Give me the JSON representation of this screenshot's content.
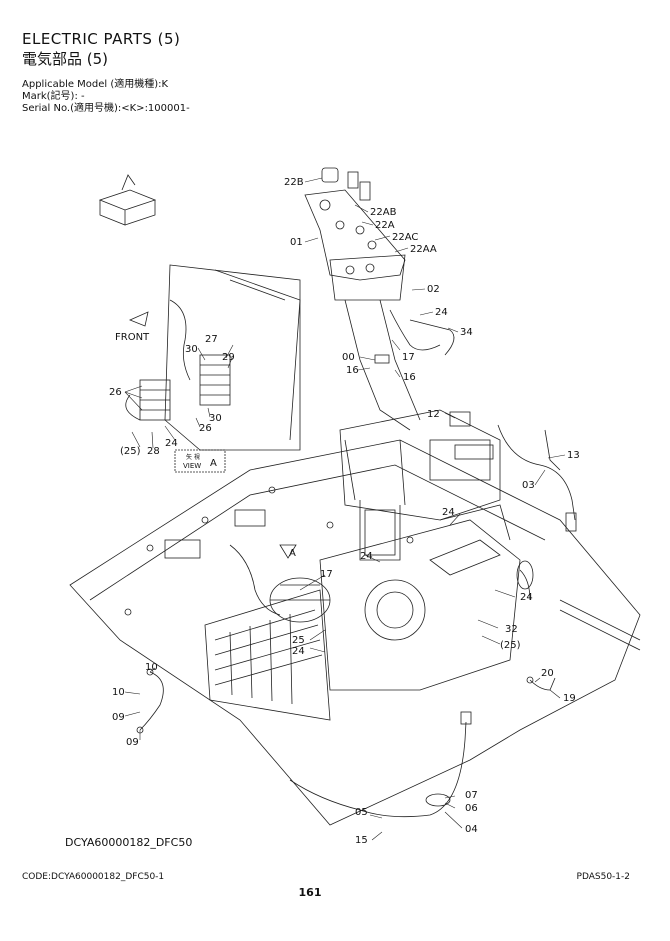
{
  "header": {
    "title_en": "ELECTRIC PARTS (5)",
    "title_jp": "電気部品 (5)",
    "model_line": "Applicable Model (適用機種):K",
    "mark_line": "Mark(記号): -",
    "serial_line": "Serial No.(適用号機):<K>:100001-"
  },
  "diagram": {
    "front_label": "FRONT",
    "view_jp": "矢 視",
    "view_label": "VIEW",
    "view_letter": "A",
    "marker_letter": "A",
    "callouts": {
      "c22B": "22B",
      "c22AB": "22AB",
      "c22A": "22A",
      "c22AC": "22AC",
      "c22AA": "22AA",
      "c01": "01",
      "c02": "02",
      "c24a": "24",
      "c34": "34",
      "c00": "00",
      "c17a": "17",
      "c16a": "16",
      "c16b": "16",
      "c12": "12",
      "c13": "13",
      "c03": "03",
      "c30a": "30",
      "c27": "27",
      "c29": "29",
      "c26a": "26",
      "c30b": "30",
      "c26b": "26",
      "c24b": "24",
      "c25a": "(25)",
      "c28": "28",
      "c24c": "24",
      "c24d": "24",
      "c17b": "17",
      "c24e": "24",
      "c25b": "25",
      "c24f": "24",
      "c32": "32",
      "c25c": "(25)",
      "c10a": "10",
      "c10b": "10",
      "c09a": "09",
      "c09b": "09",
      "c20": "20",
      "c19": "19",
      "c07": "07",
      "c06": "06",
      "c05": "05",
      "c04": "04",
      "c15": "15"
    }
  },
  "footer": {
    "doc_code": "DCYA60000182_DFC50",
    "code_line": "CODE:DCYA60000182_DFC50-1",
    "page_number": "161",
    "page_ref": "PDAS50-1-2"
  }
}
